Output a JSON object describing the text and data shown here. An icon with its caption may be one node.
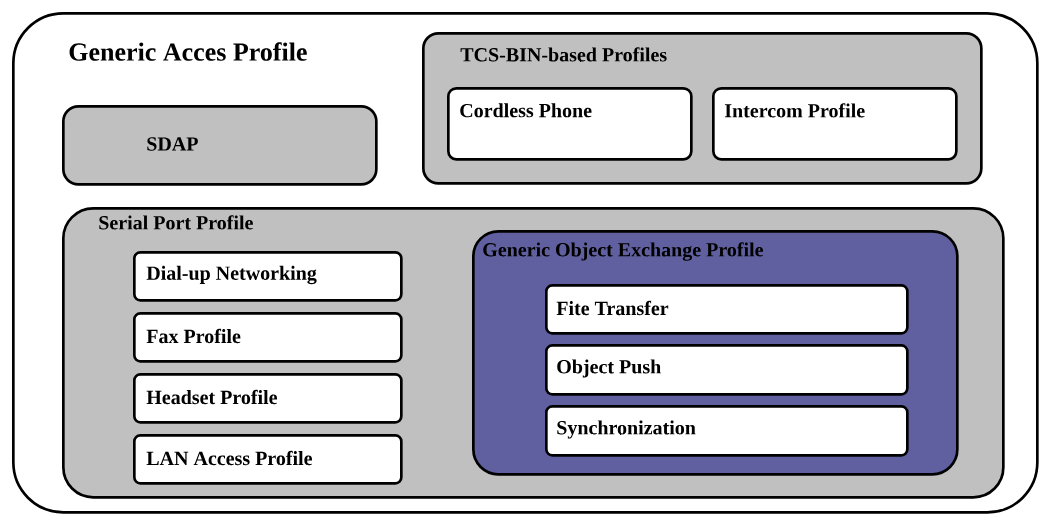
{
  "diagram": {
    "nodes": [
      {
        "text": [
          "Generic Acces Profile"
        ]
      },
      {
        "text": [
          "SDAP"
        ],
        "in": 0
      },
      {
        "text": [
          "TCS-BIN-based Profiles"
        ],
        "in": 0
      },
      {
        "text": [
          "Cordless Phone"
        ],
        "in": 2
      },
      {
        "text": [
          "Intercom Profile"
        ],
        "in": 2
      },
      {
        "text": [
          "Serial Port Profile"
        ],
        "in": 0
      },
      {
        "text": [
          "Dial-up Networking"
        ],
        "in": 5
      },
      {
        "text": [
          "Fax Profile"
        ],
        "in": 5
      },
      {
        "text": [
          "Headset Profile"
        ],
        "in": 5
      },
      {
        "text": [
          "LAN Access Profile"
        ],
        "in": 5
      },
      {
        "text": [
          "Generic Object Exchange Profile"
        ],
        "in": 5
      },
      {
        "text": [
          "Fite Transfer"
        ],
        "in": 10
      },
      {
        "text": [
          "Object Push"
        ],
        "in": 10
      },
      {
        "text": [
          "Synchronization"
        ],
        "in": 10
      }
    ]
  }
}
